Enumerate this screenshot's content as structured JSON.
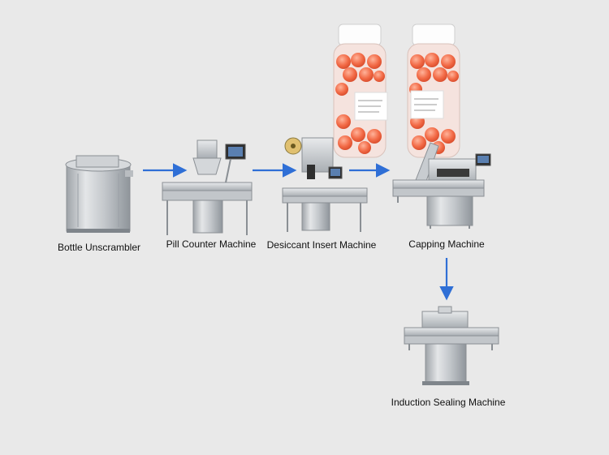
{
  "diagram": {
    "machines": [
      {
        "id": "bottle-unscrambler",
        "label": "Bottle Unscrambler"
      },
      {
        "id": "pill-counter",
        "label": "Pill Counter Machine"
      },
      {
        "id": "desiccant-insert",
        "label": "Desiccant Insert Machine"
      },
      {
        "id": "capping",
        "label": "Capping Machine"
      },
      {
        "id": "induction-sealing",
        "label": "Induction Sealing Machine"
      }
    ],
    "flow": [
      {
        "from": "bottle-unscrambler",
        "to": "pill-counter"
      },
      {
        "from": "pill-counter",
        "to": "desiccant-insert"
      },
      {
        "from": "desiccant-insert",
        "to": "capping"
      },
      {
        "from": "capping",
        "to": "induction-sealing"
      }
    ],
    "product": {
      "name": "gummy-bottle-image",
      "count": 2
    },
    "colors": {
      "background": "#e9e9e9",
      "arrow": "#2f6fd6",
      "steel": "#c9ccd0",
      "gummy": "#f07a5a"
    }
  }
}
